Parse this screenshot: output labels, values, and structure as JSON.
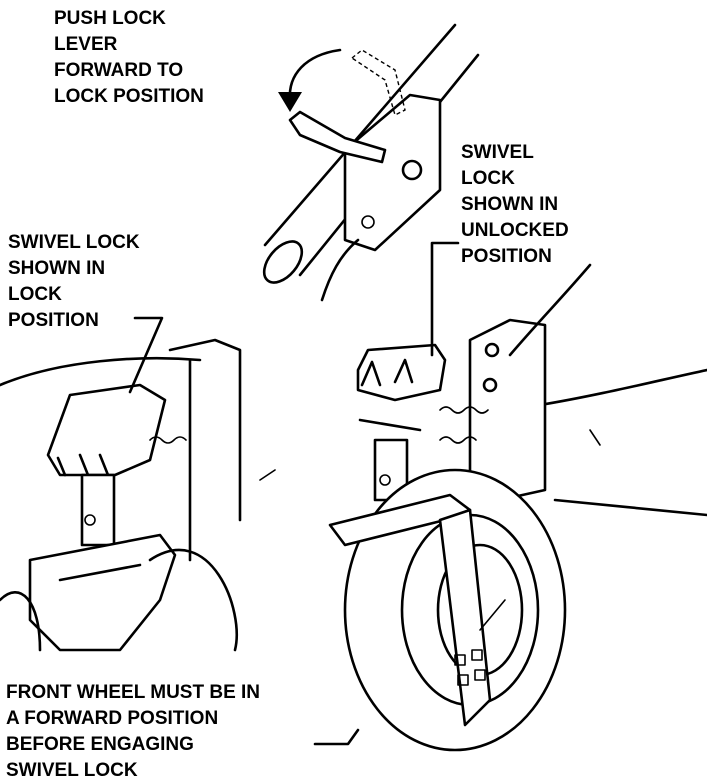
{
  "labels": {
    "push_lock": [
      "PUSH LOCK",
      "LEVER",
      "FORWARD TO",
      "LOCK POSITION"
    ],
    "swivel_unlocked": [
      "SWIVEL",
      "LOCK",
      "SHOWN IN",
      "UNLOCKED",
      "POSITION"
    ],
    "swivel_locked": [
      "SWIVEL LOCK",
      "SHOWN IN",
      "LOCK",
      "POSITION"
    ],
    "front_wheel": [
      "FRONT WHEEL MUST BE IN",
      "A FORWARD POSITION",
      "BEFORE ENGAGING",
      "SWIVEL LOCK"
    ]
  },
  "colors": {
    "ink": "#000000",
    "paper": "#ffffff"
  }
}
